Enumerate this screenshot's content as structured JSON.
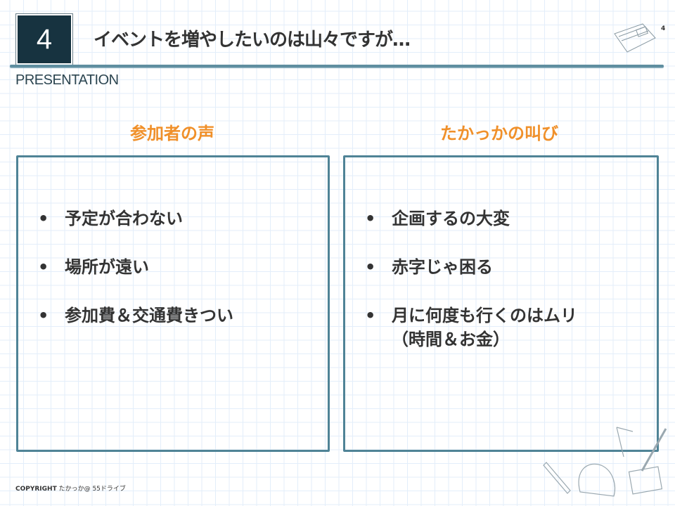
{
  "header": {
    "slide_number": "4",
    "title": "イベントを増やしたいのは山々ですが…",
    "page_number": "4",
    "subtitle": "PRESENTATION"
  },
  "left": {
    "heading": "参加者の声",
    "items": [
      "予定が合わない",
      "場所が遠い",
      "参加費＆交通費きつい"
    ]
  },
  "right": {
    "heading": "たかっかの叫び",
    "items": [
      "企画するの大変",
      "赤字じゃ困る",
      "月に何度も行くのはムリ（時間＆お金）"
    ]
  },
  "footer": {
    "copyright_label": "COPYRIGHT",
    "copyright_owner": "たかっか@ 55ドライブ"
  },
  "bullet": "•"
}
